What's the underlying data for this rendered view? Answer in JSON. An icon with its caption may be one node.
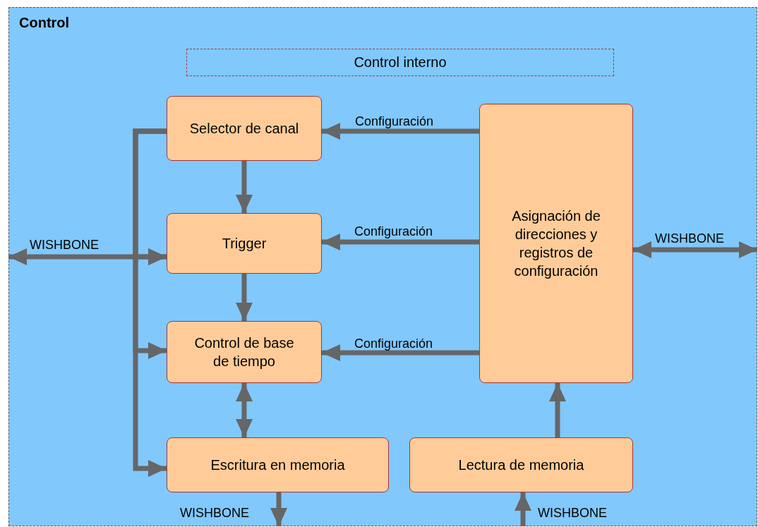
{
  "diagram": {
    "nodes": [
      {
        "text": [
          "Control"
        ]
      },
      {
        "text": [
          "Control interno"
        ],
        "in": 0
      },
      {
        "text": [
          "Selector de canal"
        ],
        "in": 0
      },
      {
        "text": [
          "Trigger"
        ],
        "in": 0
      },
      {
        "text": [
          "Control de base de tiempo"
        ],
        "in": 0
      },
      {
        "text": [
          "Escritura en memoria"
        ],
        "in": 0
      },
      {
        "text": [
          "Lectura de memoria"
        ],
        "in": 0
      },
      {
        "text": [
          "Asignación de direcciones y registros de configuración"
        ],
        "in": 0
      }
    ],
    "edges": [
      {
        "from": 7,
        "to": 2,
        "arrow": "to",
        "label": "Configuración"
      },
      {
        "from": 7,
        "to": 3,
        "arrow": "to",
        "label": "Configuración"
      },
      {
        "from": 7,
        "to": 4,
        "arrow": "to",
        "label": "Configuración"
      },
      {
        "from": 2,
        "to": 3,
        "arrow": "to"
      },
      {
        "from": 3,
        "to": 4,
        "arrow": "to"
      },
      {
        "from": 4,
        "to": 5,
        "arrow": "both"
      },
      {
        "from": 6,
        "to": 7,
        "arrow": "to"
      },
      {
        "from": 7,
        "to": null,
        "arrow": "both",
        "label": "WISHBONE"
      },
      {
        "from": 5,
        "to": null,
        "arrow": "to",
        "label": "WISHBONE"
      },
      {
        "from": null,
        "to": 6,
        "arrow": "to",
        "label": "WISHBONE"
      },
      {
        "from": null,
        "to": 3,
        "arrow": "both",
        "label": "WISHBONE"
      },
      {
        "from": 2,
        "to": 3,
        "arrow": "to"
      },
      {
        "from": 2,
        "to": 4,
        "arrow": "to"
      },
      {
        "from": 2,
        "to": 5,
        "arrow": "to"
      }
    ]
  }
}
